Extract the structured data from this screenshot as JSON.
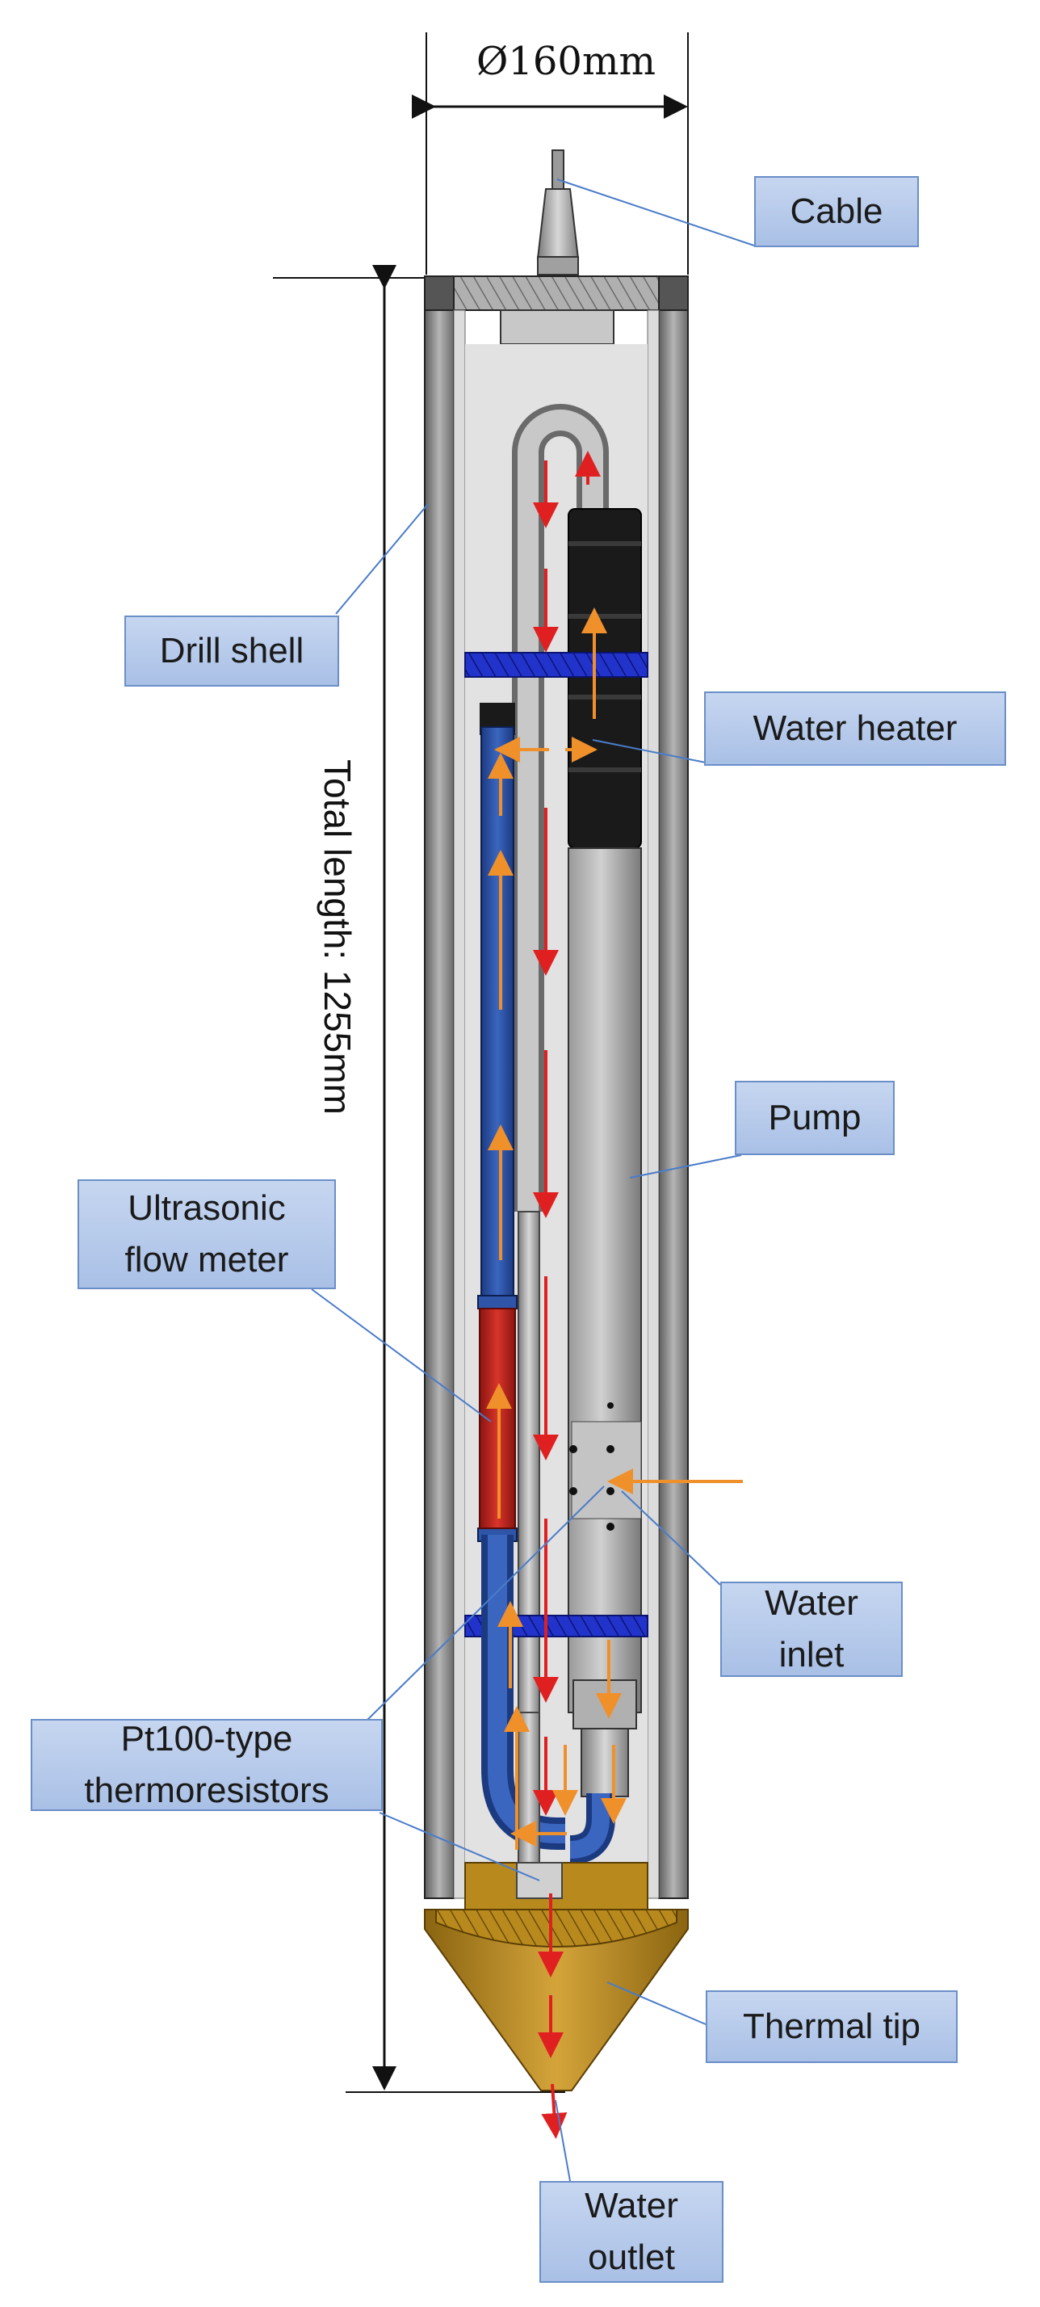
{
  "dimensions": {
    "diameter": "Ø160mm",
    "total_length": "Total length: 1255mm"
  },
  "labels": {
    "cable": "Cable",
    "drill_shell": "Drill shell",
    "water_heater": "Water heater",
    "pump": "Pump",
    "ultrasonic_flow_meter": [
      "Ultrasonic",
      "flow meter"
    ],
    "water_inlet": [
      "Water",
      "inlet"
    ],
    "pt100_thermoresistors": [
      "Pt100-type",
      "thermoresistors"
    ],
    "thermal_tip": "Thermal tip",
    "water_outlet": [
      "Water",
      "outlet"
    ]
  },
  "colors": {
    "label_fill": "#b4c8ea",
    "label_border": "#6a8fc8",
    "leader_line": "#4a7cc9",
    "shell_gray": "#8e8e8e",
    "inner_tube_blue": "#2a4fa0",
    "flow_meter_red": "#c0261e",
    "heater_black": "#1a1a1a",
    "tip_gold": "#b88a1e",
    "flow_arrow_red": "#e02020",
    "flow_arrow_orange": "#f0902a",
    "plate_blue": "#2233cc"
  }
}
